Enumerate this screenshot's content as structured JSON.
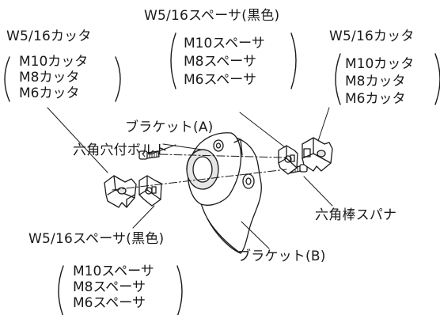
{
  "labels": {
    "left_cutter_title": "W5/16カッタ",
    "left_cutter_items": [
      "M10カッタ",
      "M8カッタ",
      "M6カッタ"
    ],
    "top_spacer_title": "W5/16スペーサ(黒色)",
    "top_spacer_items": [
      "M10スペーサ",
      "M8スペーサ",
      "M6スペーサ"
    ],
    "right_cutter_title": "W5/16カッタ",
    "right_cutter_items": [
      "M10カッタ",
      "M8カッタ",
      "M6カッタ"
    ],
    "bracket_a": "ブラケット(A)",
    "hex_bolt": "六角穴付ボルト",
    "hex_wrench": "六角棒スパナ",
    "bottom_spacer_title": "W5/16スペーサ(黒色)",
    "bracket_b": "ブラケット(B)",
    "bottom_spacer_items": [
      "M10スペーサ",
      "M8スペーサ",
      "M6スペーサ"
    ]
  },
  "colors": {
    "line": "#1a1a1a",
    "part_fill": "#ffffff",
    "shade": "#e6e6e6"
  }
}
